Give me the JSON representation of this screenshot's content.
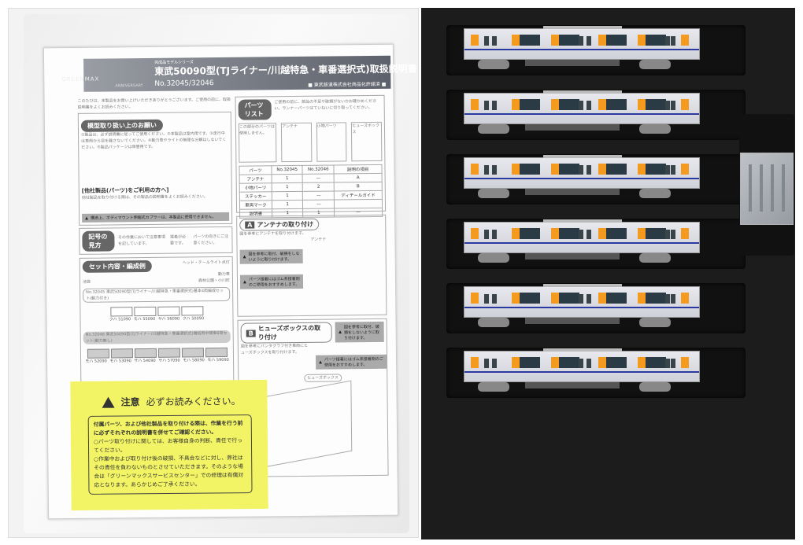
{
  "colors": {
    "tray": "#1c1c1c",
    "note": "#f2f465",
    "car_body": "#e0e1e6",
    "car_door": "#f39a1f",
    "car_stripe": "#2b3aa0"
  },
  "header": {
    "brand": "GREENMAX",
    "anniversary": "ANNIVERSARY",
    "series": "完成品モデルシリーズ",
    "title": "東武50090型(TJライナー/川越特急・車番選択式)取扱説明書",
    "number": "No.32045/32046",
    "license": "■ 東武鉄道株式会社商品化許諾済 ■"
  },
  "left": {
    "intro": "このたびは、本製品をお買い上げいただきありがとうございます。ご使用の前に、取扱説明書をよくお読みください。",
    "handling_title": "模型取り扱い上のお願い",
    "handling_text": "①製品は、必ず説明書に従ってご使用ください。②本製品は室内用です。③走行中は車両から目を離さないでください。④動力車やライトの無理な分解はしないでください。⑤製品パッケージは保管用です。",
    "other_title": "[他社製品(パーツ)をご利用の方へ]",
    "other_text": "他社製品を取り付ける際は、その製品の説明書をよくお読みください。",
    "warn": "構造上、ボディマウント伸縮式カプラーは、本製品に使用できません。",
    "legend_title": "記号の見方",
    "legend": [
      "その作業において注意事項を記しています。",
      "接着が必要です。",
      "パーツの向きにご注意ください。"
    ],
    "set_title": "セット内容・編成例",
    "set_legend": [
      "ヘッド・テールライト点灯",
      "動力車"
    ],
    "dir_left": "池袋",
    "dir_right": "森林公園・小川町",
    "set1": {
      "label": "No.32045 東武50090型(TJライナー/川越特急・車番選択式)基本4両編成セット(動力付き)",
      "cars": [
        "クハ 51090",
        "モハ 55090",
        "サハ 56090",
        "クハ 50090"
      ]
    },
    "set2": {
      "label": "No.32046 東武50090型(TJライナー/川越特急・車番選択式)増結用中間車6両セット(動力無し)",
      "cars": [
        "モハ 52090",
        "モハ 53090",
        "サハ 54090",
        "サハ 57090",
        "モハ 58090",
        "モハ 59090"
      ]
    }
  },
  "right": {
    "parts_title": "パーツリスト",
    "parts_note": "ご使用の前に、部品の不足や破損がないかお確かめください。ランナーパーツはていねいに切り取ってください。",
    "parts_labels": [
      "この部分のパーツは使用しません。",
      "小物パーツ",
      "アンテナ",
      "ヒューズボックス"
    ],
    "table": {
      "headers": [
        "パーツ",
        "No.32045",
        "No.32046",
        "説明の項目"
      ],
      "rows": [
        [
          "アンテナ",
          "1",
          "—",
          "A"
        ],
        [
          "小物パーツ",
          "1",
          "2",
          "B"
        ],
        [
          "ステッカー",
          "1",
          "—",
          "ディテールガイド"
        ],
        [
          "車両マーク",
          "1",
          "—",
          ""
        ],
        [
          "説明書",
          "1",
          "1",
          "—"
        ]
      ]
    },
    "secA": {
      "letter": "A",
      "title": "アンテナの取り付け",
      "text": "図を参考にアンテナを取り付けます。",
      "label": "アンテナ",
      "warn1": "図を参考に取付、破損をしないように取り付けます。",
      "warn2": "パーツ接着にはゴム系接着剤のご使用をおすすめします。"
    },
    "secB": {
      "letter": "B",
      "title": "ヒューズボックスの取り付け",
      "text": "図を参考にパンタグラフ付き車両にヒューズボックスを取り付けます。",
      "label": "ヒューズボックス",
      "warn1": "図を参考に取付、破損をしないように取り付けます。",
      "warn2": "パーツ接着にはゴム系接着剤のご使用をおすすめします。"
    }
  },
  "note": {
    "title": "注意",
    "subtitle": "必ずお読みください。",
    "lines": [
      "付属パーツ、および他社製品を取り付ける際は、作業を行う前に必ずそれぞれの説明書を併せてご確認ください。",
      "○パーツ取り付けに関しては、お客様自身の判断、責任で行ってください。",
      "○作業中および取り付け後の破損、不具合などに対し、弊社はその責任を負わないものとさせていただきます。そのような場合は「グリーンマックスサービスセンター」での修理は有償対応となります。あらかじめご了承ください。"
    ]
  },
  "train": {
    "car_count": 6
  }
}
